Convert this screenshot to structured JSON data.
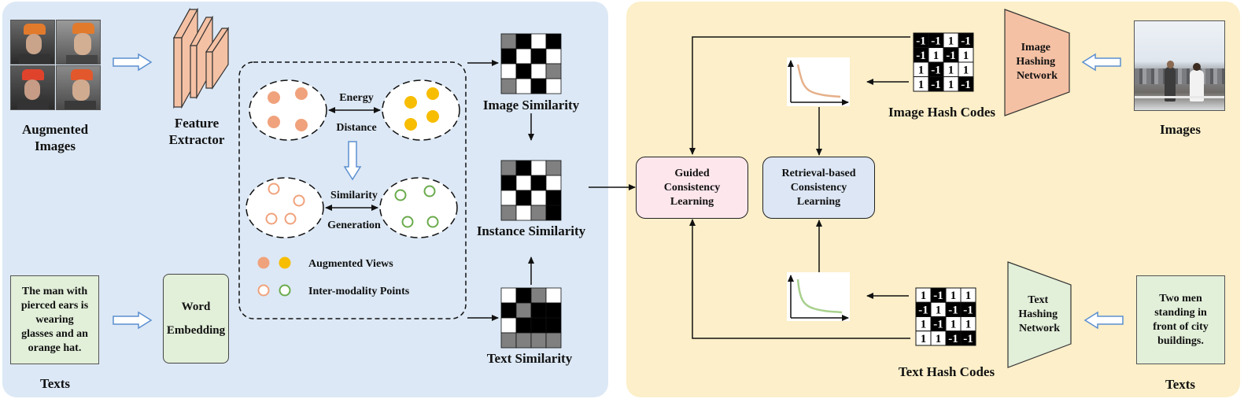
{
  "colors": {
    "left_panel_bg": "#dce8f5",
    "right_panel_bg": "#fcefc9",
    "orange_dot": "#f0a27c",
    "yellow_dot": "#f7bd00",
    "green_ring": "#6aab4c",
    "feature_extractor": "#f5c1a4",
    "text_box": "#e2efd9",
    "guided_box": "#fde6ec",
    "retrieval_box": "#dce6f4",
    "image_hash_net": "#f5c1a4",
    "text_hash_net": "#e2efd9",
    "curve_orange": "#e6b08a",
    "curve_green": "#a9d18e"
  },
  "labels": {
    "augmented_images": [
      "Augmented",
      "Images"
    ],
    "feature_extractor": [
      "Feature",
      "Extractor"
    ],
    "energy": "Energy",
    "distance": "Distance",
    "similarity": "Similarity",
    "generation": "Generation",
    "augmented_views": "Augmented Views",
    "inter_modality_points": "Inter-modality Points",
    "image_similarity": "Image Similarity",
    "instance_similarity": "Instance Similarity",
    "text_similarity": "Text Similarity",
    "word_embedding": [
      "Word",
      "Embedding"
    ],
    "texts_left": "Texts",
    "left_text_caption": [
      "The man with",
      "pierced ears is",
      "wearing",
      "glasses and an",
      "orange hat."
    ],
    "guided_consistency": [
      "Guided",
      "Consistency",
      "Learning"
    ],
    "retrieval_consistency": [
      "Retrieval-based",
      "Consistency",
      "Learning"
    ],
    "image_hash_codes": "Image Hash Codes",
    "text_hash_codes": "Text Hash Codes",
    "image_hashing_network": [
      "Image",
      "Hashing",
      "Network"
    ],
    "text_hashing_network": [
      "Text",
      "Hashing",
      "Network"
    ],
    "images_right": "Images",
    "texts_right": "Texts",
    "right_text_caption": [
      "Two men",
      "standing in",
      "front of city",
      "buildings."
    ]
  },
  "matrices": {
    "image_similarity": [
      [
        "g",
        "k",
        "w",
        "k"
      ],
      [
        "k",
        "w",
        "k",
        "w"
      ],
      [
        "w",
        "k",
        "w",
        "g"
      ],
      [
        "g",
        "w",
        "k",
        "w"
      ]
    ],
    "instance_similarity": [
      [
        "g",
        "k",
        "w",
        "g"
      ],
      [
        "k",
        "w",
        "k",
        "w"
      ],
      [
        "w",
        "k",
        "w",
        "k"
      ],
      [
        "g",
        "w",
        "g",
        "k"
      ]
    ],
    "text_similarity": [
      [
        "w",
        "k",
        "g",
        "w"
      ],
      [
        "k",
        "g",
        "k",
        "k"
      ],
      [
        "w",
        "k",
        "k",
        "k"
      ],
      [
        "g",
        "g",
        "g",
        "g"
      ]
    ]
  },
  "hash_codes": {
    "image": [
      [
        "-1",
        "-1",
        "1",
        "-1"
      ],
      [
        "-1",
        "1",
        "-1",
        "1"
      ],
      [
        "1",
        "-1",
        "1",
        "1"
      ],
      [
        "1",
        "-1",
        "1",
        "-1"
      ]
    ],
    "image_dark": [
      [
        true,
        true,
        false,
        true
      ],
      [
        true,
        false,
        true,
        false
      ],
      [
        false,
        true,
        false,
        false
      ],
      [
        false,
        true,
        false,
        true
      ]
    ],
    "text": [
      [
        "1",
        "-1",
        "1",
        "1"
      ],
      [
        "-1",
        "1",
        "-1",
        "-1"
      ],
      [
        "1",
        "-1",
        "1",
        "1"
      ],
      [
        "1",
        "1",
        "-1",
        "-1"
      ]
    ],
    "text_dark": [
      [
        false,
        true,
        false,
        false
      ],
      [
        true,
        false,
        true,
        true
      ],
      [
        false,
        true,
        false,
        false
      ],
      [
        false,
        false,
        true,
        true
      ]
    ]
  }
}
